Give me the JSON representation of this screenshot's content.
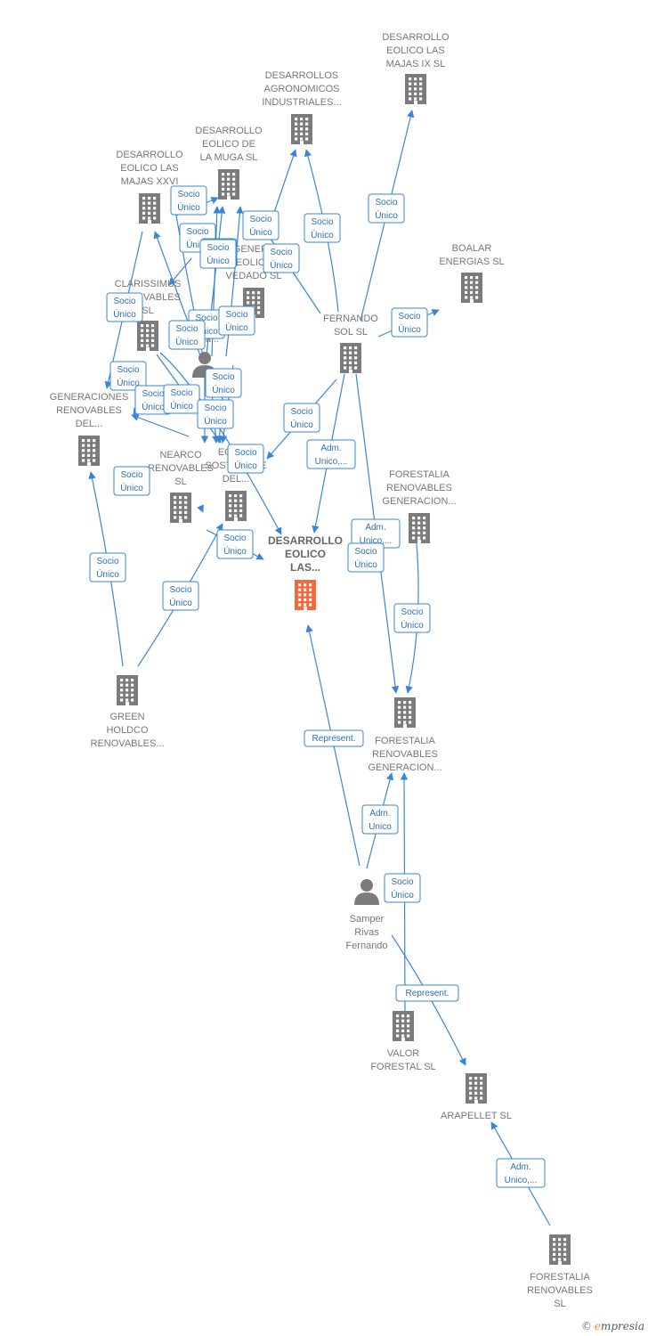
{
  "nodes": [
    {
      "id": "n_majas9",
      "type": "company",
      "lines": [
        "DESARROLLO",
        "EOLICO LAS",
        "MAJAS IX  SL"
      ]
    },
    {
      "id": "n_agro",
      "type": "company",
      "lines": [
        "DESARROLLOS",
        "AGRONOMICOS",
        "INDUSTRIALES..."
      ]
    },
    {
      "id": "n_muga",
      "type": "company",
      "lines": [
        "DESARROLLO",
        "EOLICO DE",
        "LA MUGA SL"
      ]
    },
    {
      "id": "n_majas26",
      "type": "company",
      "lines": [
        "DESARROLLO",
        "EOLICO LAS",
        "MAJAS XXVI"
      ]
    },
    {
      "id": "n_boalar",
      "type": "company",
      "lines": [
        "BOALAR",
        "ENERGIAS  SL"
      ]
    },
    {
      "id": "n_vedado",
      "type": "company",
      "lines": [
        "GENERA",
        "EOLICA",
        "VEDADO SL"
      ]
    },
    {
      "id": "n_clarissimus",
      "type": "company",
      "lines": [
        "CLARISSIMUS",
        "RENOVABLES",
        "SL"
      ]
    },
    {
      "id": "n_fernando_sol",
      "type": "company",
      "lines": [
        "FERNANDO",
        "SOL SL"
      ]
    },
    {
      "id": "n_person_mid",
      "type": "person",
      "lines": [
        "...ica..."
      ]
    },
    {
      "id": "n_generaciones",
      "type": "company",
      "lines": [
        "GENERACIONES",
        "RENOVABLES",
        "DEL..."
      ]
    },
    {
      "id": "n_nearco",
      "type": "company",
      "lines": [
        "NEARCO",
        "RENOVABLES",
        "SL"
      ]
    },
    {
      "id": "n_eolica_sos",
      "type": "company",
      "lines": [
        "EOLICA",
        "SOSTENIBLE",
        "DEL..."
      ]
    },
    {
      "id": "n_forestalia_gen1",
      "type": "company",
      "lines": [
        "FORESTALIA",
        "RENOVABLES",
        "GENERACION..."
      ]
    },
    {
      "id": "n_focus",
      "type": "focus",
      "lines": [
        "DESARROLLO",
        "EOLICO",
        "LAS..."
      ]
    },
    {
      "id": "n_green",
      "type": "company",
      "lines": [
        "GREEN",
        "HOLDCO",
        "RENOVABLES..."
      ]
    },
    {
      "id": "n_forestalia_gen2",
      "type": "company",
      "lines": [
        "FORESTALIA",
        "RENOVABLES",
        "GENERACION..."
      ]
    },
    {
      "id": "n_samper",
      "type": "person",
      "lines": [
        "Samper",
        "Rivas",
        "Fernando"
      ]
    },
    {
      "id": "n_valor",
      "type": "company",
      "lines": [
        "VALOR",
        "FORESTAL SL"
      ]
    },
    {
      "id": "n_arapellet",
      "type": "company",
      "lines": [
        "ARAPELLET  SL"
      ]
    },
    {
      "id": "n_forestalia_sl",
      "type": "company",
      "lines": [
        "FORESTALIA",
        "RENOVABLES",
        "SL"
      ]
    }
  ],
  "edge_labels": [
    {
      "id": "e1",
      "lines": [
        "Socio",
        "Único"
      ]
    },
    {
      "id": "e2",
      "lines": [
        "Socio",
        "Único"
      ]
    },
    {
      "id": "e3",
      "lines": [
        "Socio",
        "Único"
      ]
    },
    {
      "id": "e4",
      "lines": [
        "Socio",
        "Único"
      ]
    },
    {
      "id": "e5",
      "lines": [
        "Socio",
        "Único"
      ]
    },
    {
      "id": "e6",
      "lines": [
        "Socio",
        "Único"
      ]
    },
    {
      "id": "e7",
      "lines": [
        "Socio",
        "Único"
      ]
    },
    {
      "id": "e8",
      "lines": [
        "Socio",
        "Único"
      ]
    },
    {
      "id": "e9",
      "lines": [
        "Socio",
        "Único"
      ]
    },
    {
      "id": "e10",
      "lines": [
        "Socio",
        "Único"
      ]
    },
    {
      "id": "e11",
      "lines": [
        "Socio",
        "Único"
      ]
    },
    {
      "id": "e12",
      "lines": [
        "Socio",
        "Único"
      ]
    },
    {
      "id": "e13",
      "lines": [
        "Socio",
        "Único"
      ]
    },
    {
      "id": "e14",
      "lines": [
        "Socio",
        "Único"
      ]
    },
    {
      "id": "e15",
      "lines": [
        "Socio",
        "Único"
      ]
    },
    {
      "id": "e16",
      "lines": [
        "Socio",
        "Único"
      ]
    },
    {
      "id": "e17",
      "lines": [
        "Socio",
        "Único"
      ]
    },
    {
      "id": "e18",
      "lines": [
        "Adm.",
        "Unico,..."
      ]
    },
    {
      "id": "e19",
      "lines": [
        "Socio",
        "Único"
      ]
    },
    {
      "id": "e20",
      "lines": [
        "Socio",
        "Único"
      ]
    },
    {
      "id": "e21",
      "lines": [
        "Socio",
        "Único"
      ]
    },
    {
      "id": "e22",
      "lines": [
        "Socio",
        "Único"
      ]
    },
    {
      "id": "e23",
      "lines": [
        "Adm.",
        "Unico,..."
      ]
    },
    {
      "id": "e24",
      "lines": [
        "Socio",
        "Único"
      ]
    },
    {
      "id": "e25",
      "lines": [
        "Socio",
        "Único"
      ]
    },
    {
      "id": "e26",
      "lines": [
        "Represent."
      ]
    },
    {
      "id": "e27",
      "lines": [
        "Adm.",
        "Unico"
      ]
    },
    {
      "id": "e28",
      "lines": [
        "Socio",
        "Único"
      ]
    },
    {
      "id": "e29",
      "lines": [
        "Represent."
      ]
    },
    {
      "id": "e30",
      "lines": [
        "Adm.",
        "Unico,..."
      ]
    },
    {
      "id": "e31",
      "lines": [
        "Socio",
        "Único"
      ]
    },
    {
      "id": "e32",
      "lines": [
        "Socio",
        "Único"
      ]
    },
    {
      "id": "e33",
      "lines": [
        "Socio",
        "Único"
      ]
    }
  ],
  "credit": {
    "symbol": "©",
    "brand_initial": "e",
    "brand_rest": "mpresia"
  },
  "colors": {
    "edge": "#3a86d6",
    "node_icon": "#7b7b7b",
    "focus_icon": "#f26a3b",
    "label_text": "#777777"
  }
}
